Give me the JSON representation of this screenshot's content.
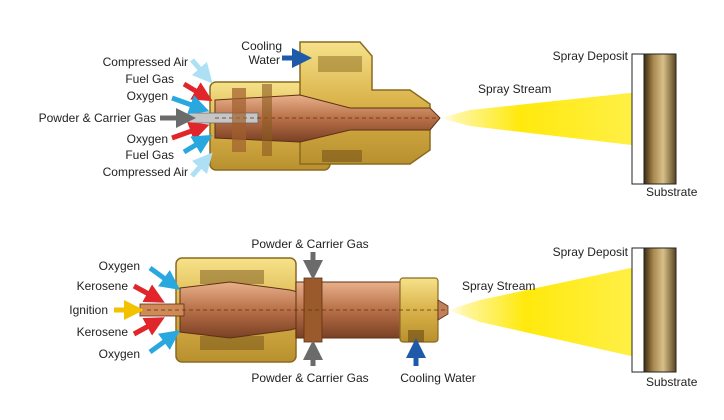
{
  "top": {
    "labels": {
      "compressed_air_1": "Compressed Air",
      "fuel_gas_1": "Fuel Gas",
      "oxygen_1": "Oxygen",
      "powder_carrier": "Powder & Carrier Gas",
      "oxygen_2": "Oxygen",
      "fuel_gas_2": "Fuel Gas",
      "compressed_air_2": "Compressed Air",
      "cooling_water_line1": "Cooling",
      "cooling_water_line2": "Water",
      "spray_stream": "Spray Stream",
      "spray_deposit": "Spray Deposit",
      "substrate": "Substrate"
    }
  },
  "bottom": {
    "labels": {
      "oxygen_1": "Oxygen",
      "kerosene_1": "Kerosene",
      "ignition": "Ignition",
      "kerosene_2": "Kerosene",
      "oxygen_2": "Oxygen",
      "powder_carrier_top": "Powder & Carrier Gas",
      "powder_carrier_bottom": "Powder & Carrier Gas",
      "cooling_water": "Cooling Water",
      "spray_stream": "Spray Stream",
      "spray_deposit": "Spray Deposit",
      "substrate": "Substrate"
    }
  },
  "colors": {
    "oxygen_arrow": "#29a8e0",
    "fuel_arrow": "#e0262b",
    "air_arrow": "#aee0f5",
    "powder_arrow": "#6b6b6b",
    "ignition_arrow": "#f2c100",
    "water_arrow": "#1f5aa8",
    "spray": "#ffe800",
    "copper": "#b87048",
    "brass": "#d9b24a"
  }
}
